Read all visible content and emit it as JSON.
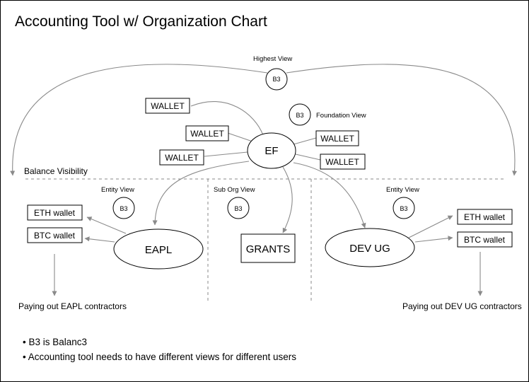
{
  "title": "Accounting Tool w/ Organization Chart",
  "labels": {
    "highest_view": "Highest View",
    "foundation_view": "Foundation View",
    "balance_visibility": "Balance Visibility",
    "entity_view_left": "Entity View",
    "sub_org_view": "Sub Org View",
    "entity_view_right": "Entity View"
  },
  "b3_label": "B3",
  "nodes": {
    "ef": "EF",
    "eapl": "EAPL",
    "grants": "GRANTS",
    "dev_ug": "DEV UG"
  },
  "wallets": {
    "w1": "WALLET",
    "w2": "WALLET",
    "w3": "WALLET",
    "w4": "WALLET",
    "w5": "WALLET",
    "eapl_eth": "ETH wallet",
    "eapl_btc": "BTC wallet",
    "devug_eth": "ETH wallet",
    "devug_btc": "BTC wallet"
  },
  "payouts": {
    "eapl": "Paying out EAPL contractors",
    "devug": "Paying out DEV UG contractors"
  },
  "notes": [
    "• B3 is Balanc3",
    "• Accounting tool needs to have different views for different users"
  ],
  "colors": {
    "connector": "#8a8a8a",
    "border": "#000000"
  }
}
